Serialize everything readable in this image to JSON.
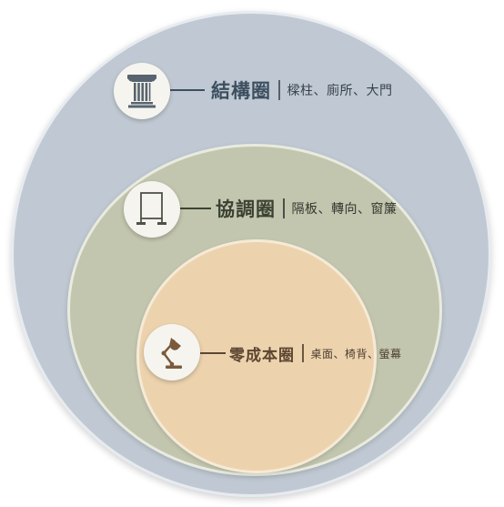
{
  "diagram": {
    "levels": [
      {
        "title": "結構圈",
        "items": "樑柱、廁所、大門",
        "icon": "column-icon",
        "color": "#c0c9d3"
      },
      {
        "title": "協調圈",
        "items": "隔板、轉向、窗簾",
        "icon": "partition-board-icon",
        "color": "#c2c6ae"
      },
      {
        "title": "零成本圈",
        "items": "桌面、椅背、螢幕",
        "icon": "desk-lamp-icon",
        "color": "#ecd3ae"
      }
    ]
  }
}
